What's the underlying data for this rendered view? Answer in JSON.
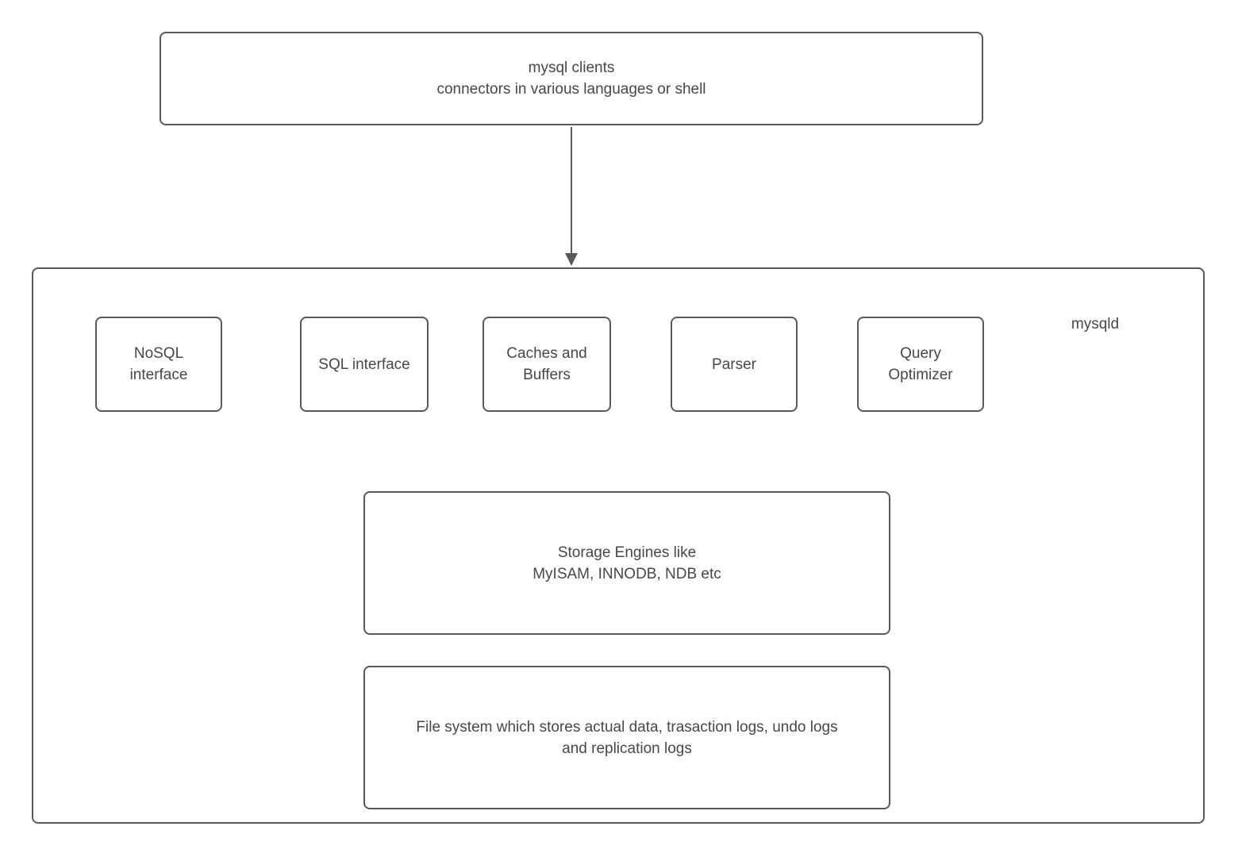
{
  "diagram": {
    "colors": {
      "border": "#595959",
      "text": "#474747",
      "background": "#ffffff"
    },
    "clients_box": {
      "line1": "mysql clients",
      "line2": "connectors in various languages or shell"
    },
    "mysqld_label": "mysqld",
    "components": [
      {
        "id": "nosql-interface",
        "line1": "NoSQL",
        "line2": "interface"
      },
      {
        "id": "sql-interface",
        "line1": "SQL interface",
        "line2": ""
      },
      {
        "id": "caches-buffers",
        "line1": "Caches and",
        "line2": "Buffers"
      },
      {
        "id": "parser",
        "line1": "Parser",
        "line2": ""
      },
      {
        "id": "query-optimizer",
        "line1": "Query",
        "line2": "Optimizer"
      }
    ],
    "storage_box": {
      "line1": "Storage Engines like",
      "line2": "MyISAM, INNODB, NDB etc"
    },
    "filesystem_box": {
      "line1": "File system which stores actual data, trasaction logs, undo logs",
      "line2": "and replication logs"
    }
  }
}
